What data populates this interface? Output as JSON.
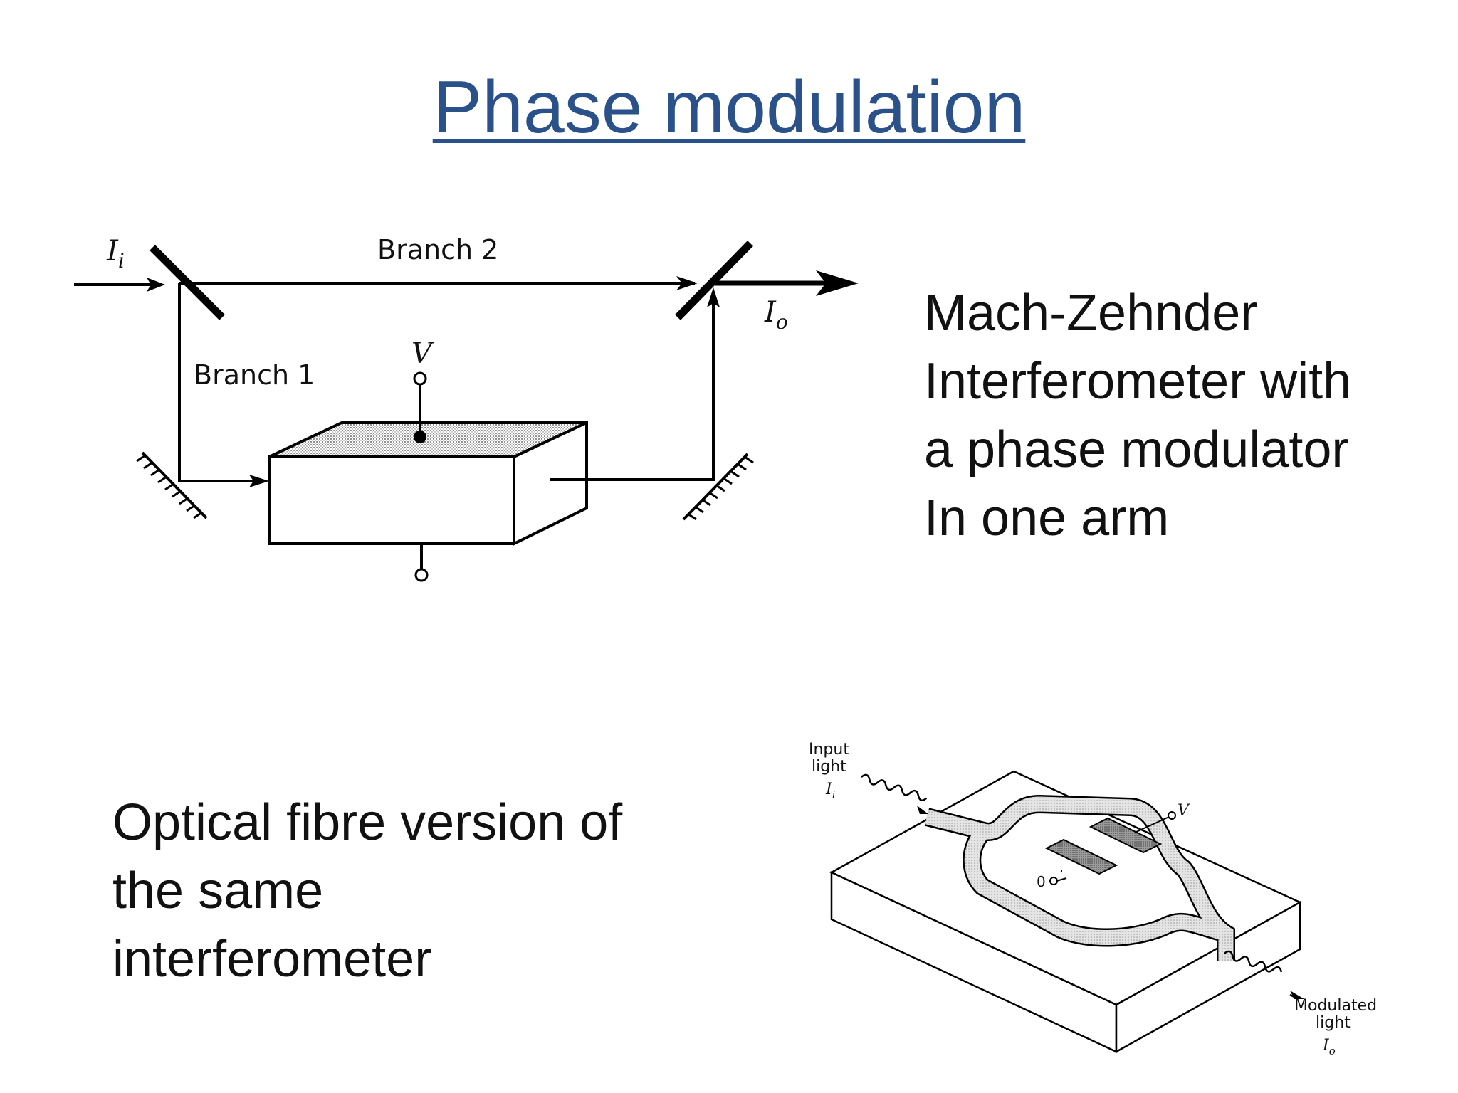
{
  "slide": {
    "title": "Phase modulation",
    "caption_top": [
      "Mach-Zehnder",
      "Interferometer with",
      "a phase modulator",
      "In one arm"
    ],
    "caption_bottom": [
      "Optical fibre version of",
      "the same",
      "interferometer"
    ]
  },
  "diagram1": {
    "input_label": "I",
    "input_sub": "i",
    "output_label": "I",
    "output_sub": "o",
    "branch1": "Branch 1",
    "branch2": "Branch 2",
    "voltage": "V"
  },
  "diagram2": {
    "input_label": [
      "Input",
      "light"
    ],
    "input_symbol": "I",
    "input_sub": "i",
    "voltage": "V",
    "ground": "0",
    "output_label": [
      "Modulated",
      "light"
    ],
    "output_symbol": "I",
    "output_sub": "o"
  }
}
